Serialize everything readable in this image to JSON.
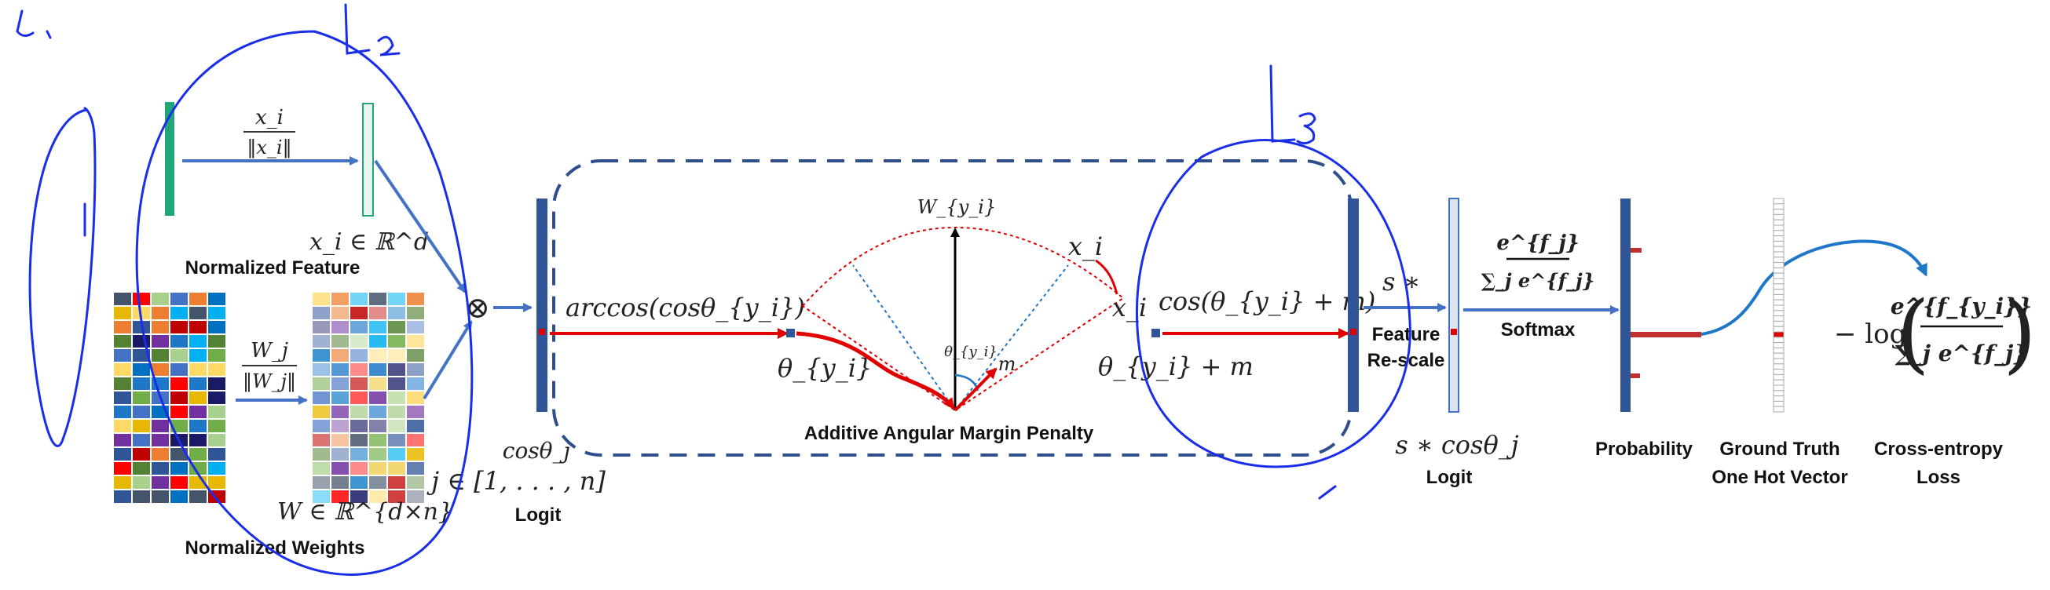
{
  "colors": {
    "bar_dark": "#2e4f8c",
    "bar_mid": "#4472c4",
    "bar_light": "#dce6f2",
    "feature_green": "#21a67a",
    "arrow_blue": "#4472c4",
    "arrow_red": "#e00000",
    "annotation_blue": "#1a2ee8",
    "dashed_box": "#2e4f8c"
  },
  "feature_block": {
    "norm_fraction": {
      "num": "x_i",
      "den": "‖x_i‖"
    },
    "vector_label": "x_i ∈ ℝ^d",
    "caption": "Normalized Feature"
  },
  "weights_block": {
    "norm_fraction": {
      "num": "W_j",
      "den": "‖W_j‖"
    },
    "matrix_label": "W ∈ ℝ^{d×n}",
    "caption": "Normalized Weights"
  },
  "multiply_symbol": "⊗",
  "logit_block": {
    "top_label": "cosθ_j",
    "index_label": "j ∈ [1, . . . , n]",
    "caption": "Logit"
  },
  "margin_block": {
    "arccos_label": "arccos(cosθ_{y_i})",
    "theta_label": "θ_{y_i}",
    "w_label": "W_{y_i}",
    "x_label": "x_i",
    "x_label_2": "x_i",
    "angle_label": "θ_{y_i}",
    "m_label": "m",
    "theta_plus_m": "θ_{y_i} + m",
    "cos_label": "cos(θ_{y_i} + m)",
    "caption": "Additive Angular Margin Penalty"
  },
  "rescale_block": {
    "scale_label": "s ∗",
    "caption_line1": "Feature",
    "caption_line2": "Re-scale"
  },
  "softmax_block": {
    "fraction": {
      "num": "e^{f_j}",
      "den": "∑_j e^{f_j}"
    },
    "caption": "Softmax",
    "logit_label": "s ∗ cosθ_j",
    "logit_caption": "Logit"
  },
  "probability_block": {
    "caption": "Probability"
  },
  "ground_truth_block": {
    "caption_line1": "Ground Truth",
    "caption_line2": "One Hot Vector"
  },
  "loss_block": {
    "formula_prefix": "− log",
    "fraction": {
      "num": "e^{f_{y_i}}",
      "den": "∑_j e^{f_j}"
    },
    "caption_line1": "Cross-entropy",
    "caption_line2": "Loss"
  },
  "handwritten": {
    "l1": "L1",
    "l2": "L2",
    "l3": "L3"
  }
}
